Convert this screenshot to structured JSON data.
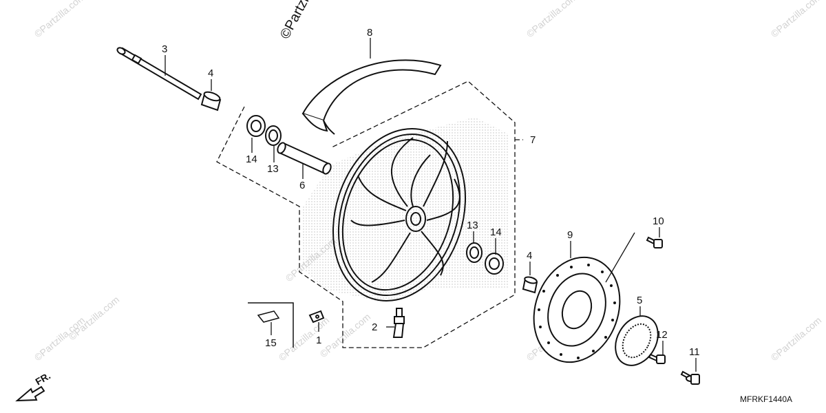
{
  "diagram": {
    "labels": {
      "l1": "1",
      "l2": "2",
      "l3": "3",
      "l4a": "4",
      "l4b": "4",
      "l5": "5",
      "l6": "6",
      "l7": "7",
      "l8": "8",
      "l9": "9",
      "l10": "10",
      "l11": "11",
      "l12": "12",
      "l13a": "13",
      "l13b": "13",
      "l14a": "14",
      "l14b": "14",
      "l15": "15"
    },
    "diagram_code": "MFRKF1440A",
    "direction_label": "FR.",
    "watermark": "©Partzilla.com",
    "watermark_main": "©Partzilla"
  },
  "colors": {
    "line": "#111111",
    "watermark": "#d2d2d2",
    "stipple": "#bdbdbd"
  }
}
